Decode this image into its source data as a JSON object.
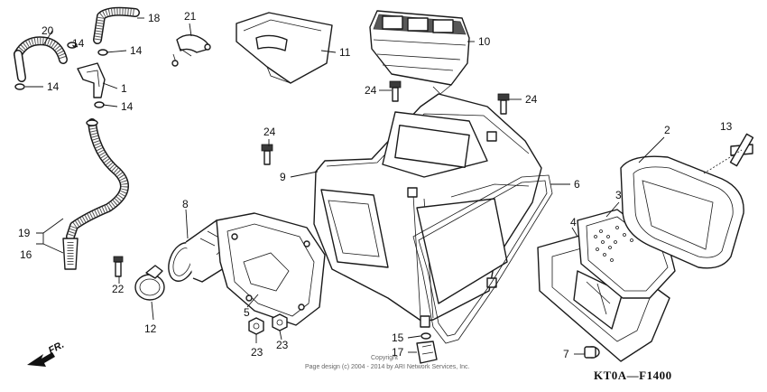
{
  "diagram": {
    "figure_code": "KT0A—F1400",
    "direction_label": "FR.",
    "copyright_line1": "Copyright",
    "copyright_line2": "Page design (c) 2004 - 2014 by ARI Network Services, Inc.",
    "callouts": {
      "c1": "1",
      "c2": "2",
      "c3": "3",
      "c4": "4",
      "c5": "5",
      "c6": "6",
      "c7": "7",
      "c8": "8",
      "c9": "9",
      "c10": "10",
      "c11": "11",
      "c12": "12",
      "c13": "13",
      "c14a": "14",
      "c14b": "14",
      "c14c": "14",
      "c14d": "14",
      "c15": "15",
      "c16": "16",
      "c17": "17",
      "c18": "18",
      "c19": "19",
      "c20": "20",
      "c21": "21",
      "c22": "22",
      "c23a": "23",
      "c23b": "23",
      "c24a": "24",
      "c24b": "24",
      "c24c": "24"
    }
  }
}
